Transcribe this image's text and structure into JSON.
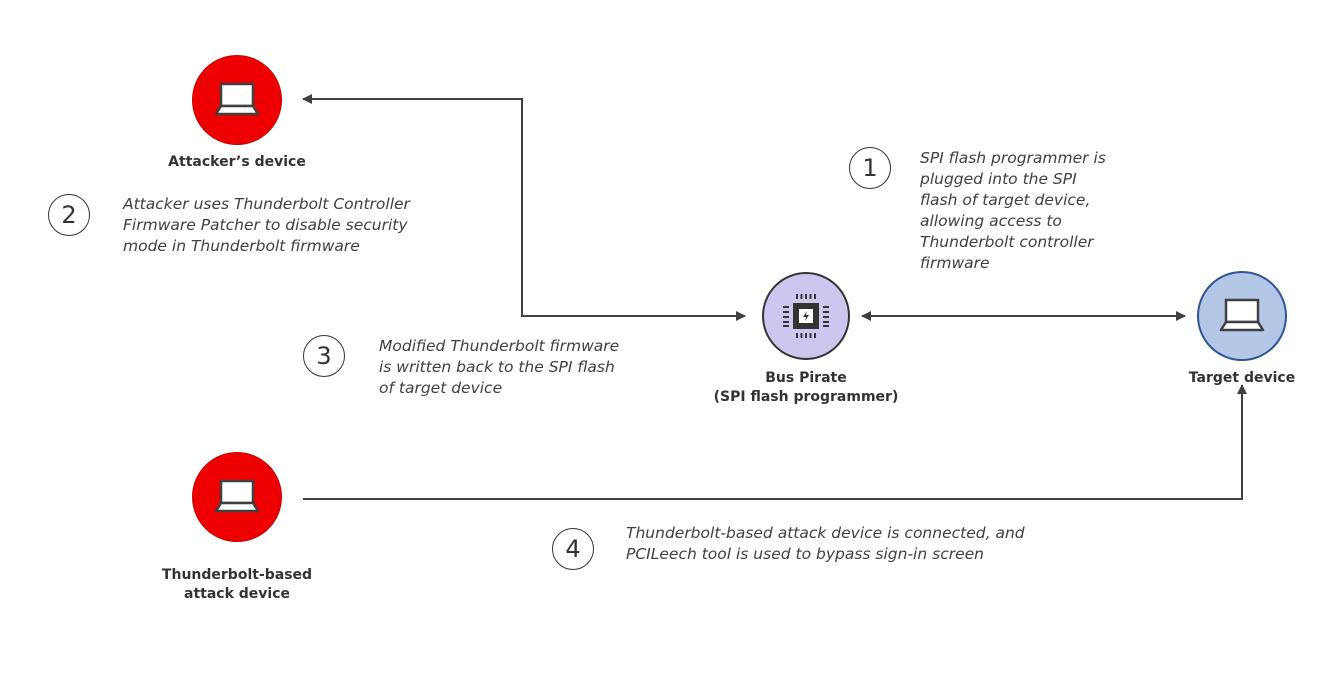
{
  "nodes": {
    "attacker": {
      "label": "Attacker’s device",
      "icon": "laptop-icon",
      "color": "#ee0000"
    },
    "bus_pirate": {
      "label_line1": "Bus Pirate",
      "label_line2": "(SPI flash programmer)",
      "icon": "chip-icon",
      "color": "#cfc6f0"
    },
    "target": {
      "label": "Target device",
      "icon": "laptop-icon",
      "color": "#b4c7e7"
    },
    "tb_attack": {
      "label_line1": "Thunderbolt-based",
      "label_line2": "attack device",
      "icon": "laptop-icon",
      "color": "#ee0000"
    }
  },
  "steps": [
    {
      "number": "1",
      "text": "SPI flash programmer is\nplugged into the SPI\nflash of target device,\nallowing access to\nThunderbolt controller\nfirmware"
    },
    {
      "number": "2",
      "text": "Attacker uses Thunderbolt Controller\nFirmware Patcher to disable security\nmode in Thunderbolt firmware"
    },
    {
      "number": "3",
      "text": "Modified Thunderbolt firmware\nis written back to the SPI flash\nof target device"
    },
    {
      "number": "4",
      "text": "Thunderbolt-based attack device is connected, and\nPCILeech tool is used to bypass sign-in screen"
    }
  ],
  "edges": [
    {
      "from": "bus_pirate",
      "to": "attacker",
      "style": "elbow"
    },
    {
      "from": "attacker",
      "to": "bus_pirate",
      "style": "elbow"
    },
    {
      "from": "bus_pirate",
      "to": "target",
      "style": "bidirectional"
    },
    {
      "from": "tb_attack",
      "to": "target",
      "style": "elbow"
    }
  ]
}
